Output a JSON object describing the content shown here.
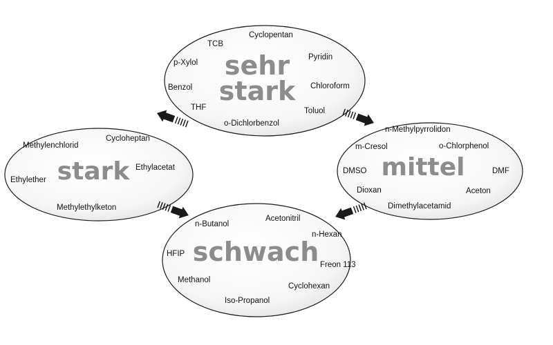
{
  "groups": {
    "sehr_stark": {
      "label_line1": "sehr",
      "label_line2": "stark",
      "solvents": [
        "Cyclopentan",
        "TCB",
        "p-Xylol",
        "Pyridin",
        "Benzol",
        "Chloroform",
        "THF",
        "Toluol",
        "o-Dichlorbenzol"
      ]
    },
    "stark": {
      "label": "stark",
      "solvents": [
        "Methylenchlorid",
        "Cycloheptan",
        "Ethylacetat",
        "Ethylether",
        "Methylethylketon"
      ]
    },
    "mittel": {
      "label": "mittel",
      "solvents": [
        "n-Methylpyrrolidon",
        "m-Cresol",
        "o-Chlorphenol",
        "DMSO",
        "DMF",
        "Dioxan",
        "Aceton",
        "Dimethylacetamid"
      ]
    },
    "schwach": {
      "label": "schwach",
      "solvents": [
        "n-Butanol",
        "Acetonitril",
        "n-Hexan",
        "HFIP",
        "Freon 113",
        "Methanol",
        "Cyclohexan",
        "Iso-Propanol"
      ]
    }
  },
  "colors": {
    "ellipse_fill": "#efefef",
    "ellipse_edge": "#1a1a1a",
    "big_label": "#8c8c8c",
    "arrow": "#1a1a1a"
  },
  "icons": {
    "arrow": "striped-arrow-icon"
  }
}
